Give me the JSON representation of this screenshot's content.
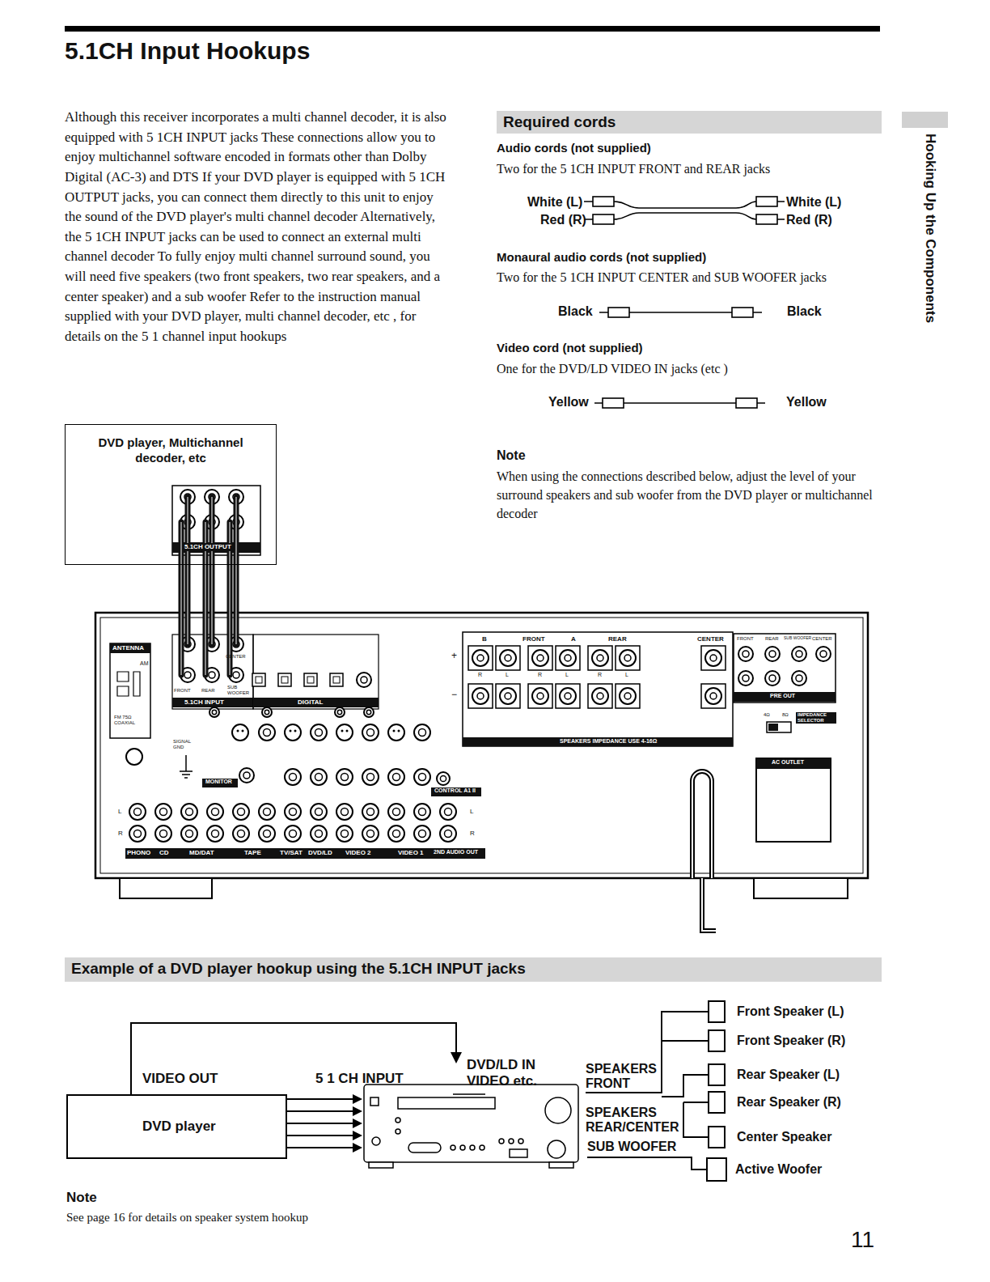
{
  "diagram": {
    "title": "5.1CH Input Hookups",
    "nodes": [
      {
        "text": [
          "Required cords"
        ]
      },
      {
        "text": [
          "DVD player, Multichannel decoder, etc"
        ]
      },
      {
        "text": [
          "Example of a DVD player hookup using the 5.1CH INPUT jacks"
        ]
      },
      {
        "text": [
          "DVD player"
        ]
      },
      {
        "text": [
          "Front Speaker (L)"
        ]
      },
      {
        "text": [
          "Front Speaker (R)"
        ]
      },
      {
        "text": [
          "Rear Speaker (L)"
        ]
      },
      {
        "text": [
          "Rear Speaker (R)"
        ]
      },
      {
        "text": [
          "Center Speaker"
        ]
      },
      {
        "text": [
          "Active Woofer"
        ]
      }
    ],
    "labels": [
      "Hooking Up the Components",
      "Although this receiver incorporates a multi channel decoder, it is also equipped with 5 1CH INPUT jacks These connections allow you to enjoy multichannel software encoded in formats other than Dolby Digital (AC-3) and DTS If your DVD player is equipped with 5 1CH OUTPUT jacks, you can connect them directly to this unit to enjoy the sound of the DVD player's multi channel decoder Alternatively, the 5 1CH INPUT jacks can be used to connect an external multi channel decoder To fully enjoy multi channel surround sound, you will need five speakers (two front speakers, two rear speakers, and a center speaker) and a sub woofer Refer to the instruction manual supplied with your DVD player, multi channel decoder, etc , for details on the 5 1 channel input hookups",
      "Audio cords (not supplied)",
      "Two for the 5 1CH INPUT FRONT and REAR jacks",
      "White (L)",
      "Red (R)",
      "White (L)",
      "Red (R)",
      "Monaural audio cords (not supplied)",
      "Two for the 5 1CH INPUT CENTER and SUB WOOFER jacks",
      "Black",
      "Black",
      "Video cord (not supplied)",
      "One for the DVD/LD VIDEO IN jacks (etc )",
      "Yellow",
      "Yellow",
      "Note",
      "When using the connections described below, adjust the level of your surround speakers and sub woofer from the DVD player or multichannel decoder",
      "5.1CH OUTPUT",
      "ANTENNA",
      "AM",
      "FM 75Ω COAXIAL",
      "SIGNAL GND",
      "5.1CH INPUT",
      "CENTER",
      "FRONT",
      "REAR",
      "SUB WOOFER",
      "DIGITAL",
      "MONITOR",
      "CONTROL A1 II",
      "PHONO",
      "CD",
      "MD/DAT",
      "TAPE",
      "TV/SAT",
      "DVD/LD",
      "VIDEO 2",
      "VIDEO 1",
      "2ND AUDIO OUT",
      "B",
      "FRONT",
      "A",
      "REAR",
      "CENTER",
      "R",
      "L",
      "R",
      "L",
      "R",
      "L",
      "+",
      "−",
      "SPEAKERS IMPEDANCE USE 4-16Ω",
      "FRONT",
      "REAR",
      "SUB WOOFER",
      "CENTER",
      "PRE OUT",
      "IMPEDANCE SELECTOR",
      "4Ω",
      "8Ω",
      "AC OUTLET",
      "L",
      "R",
      "L",
      "R",
      "VIDEO OUT",
      "5 1 CH INPUT",
      "DVD/LD IN VIDEO etc.",
      "SPEAKERS FRONT",
      "SPEAKERS REAR/CENTER",
      "SUB WOOFER",
      "Note",
      "See page 16 for details on speaker system hookup",
      "11"
    ]
  }
}
